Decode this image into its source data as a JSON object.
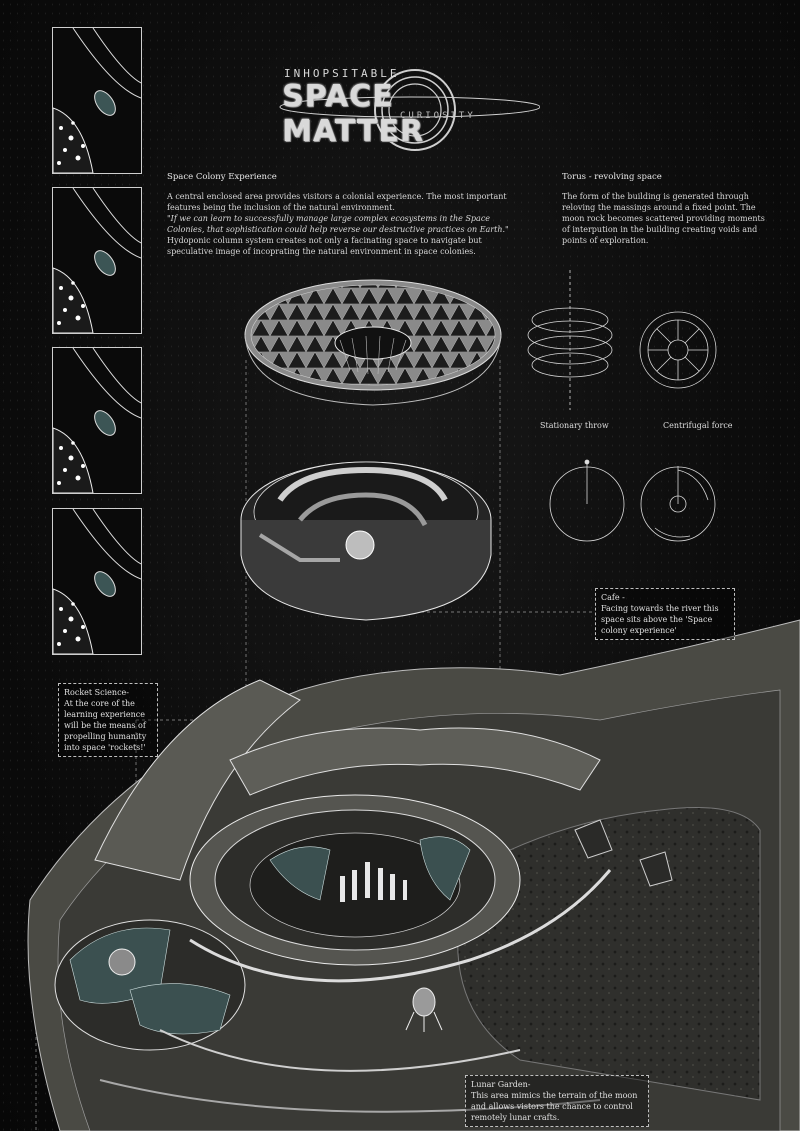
{
  "title": {
    "top": "INHOPSITABLE",
    "main": "SPACE MATTER",
    "sub": "CURIOSITY"
  },
  "colony": {
    "heading": "Space Colony Experience",
    "para1": "A central enclosed area  provides visitors a colonial experience. The most important features being the inclusion of the natural environment.",
    "quote": "\"If we can learn to successfully manage large complex ecosystems in the Space Colonies, that sophistication could help reverse our destructive practices on Earth.\"",
    "para2": "Hydoponic column system creates not only a facinating space to navigate but speculative image of incoprating the natural environment in space colonies."
  },
  "torus": {
    "heading": "Torus - revolving space",
    "text": "The form of the building is generated through reloving the massings around a fixed point. The moon rock becomes scattered providing moments of interpution in the building creating voids and points of exploration."
  },
  "diagram_labels": {
    "stationary": "Stationary throw",
    "centrifugal": "Centrifugal force"
  },
  "callouts": {
    "cafe": {
      "title": "Cafe -",
      "text": "Facing towards the river this space sits above the 'Space colony experience'"
    },
    "rocket": {
      "title": "Rocket Science-",
      "text": "At the core of the learning experience will be the means of propelling humanity into space 'rockets!'"
    },
    "lunar": {
      "title": "Lunar Garden-",
      "text": "This area mimics the terrain of the moon and allows vistors the chance to control remotely lunar crafts."
    }
  },
  "colors": {
    "background": "#0b0b0b",
    "line": "#e0e0e0",
    "roof": "#8a8a8a",
    "base": "#4a4a44"
  }
}
